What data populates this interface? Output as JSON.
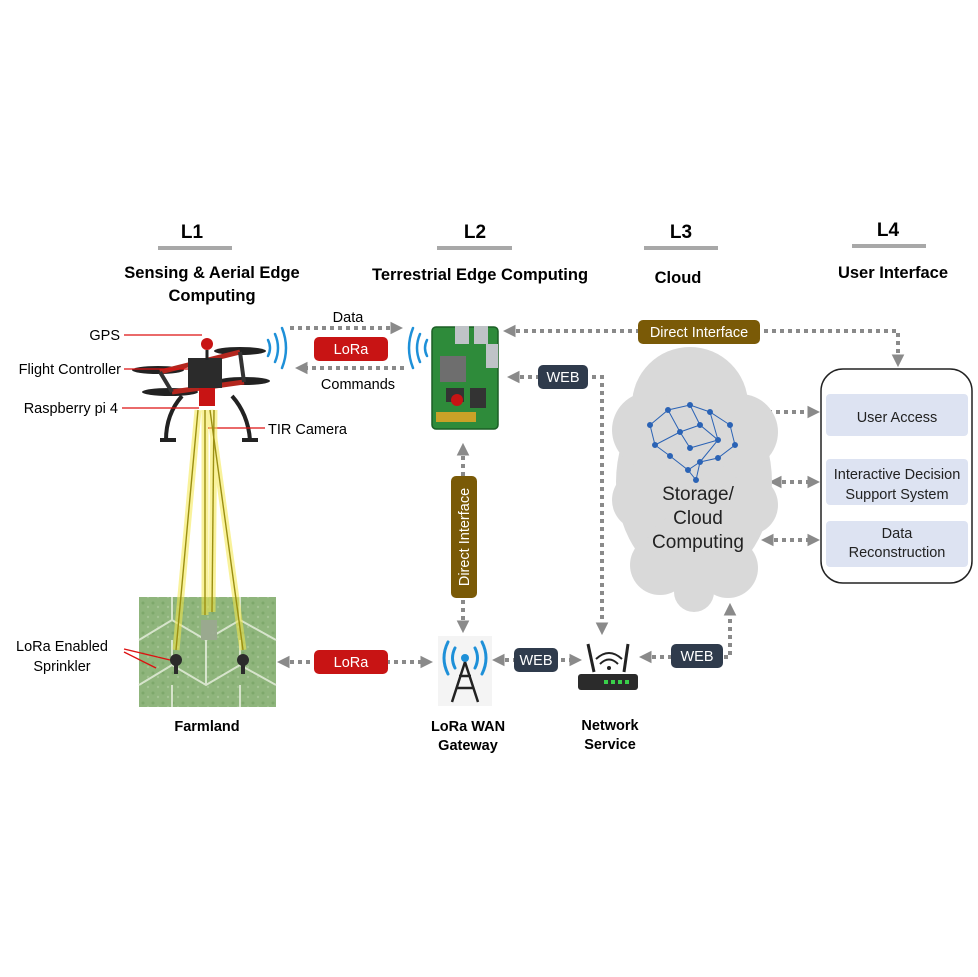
{
  "layers": [
    {
      "id": "L1",
      "subtitle_lines": [
        "Sensing & Aerial Edge",
        "Computing"
      ]
    },
    {
      "id": "L2",
      "subtitle_lines": [
        "Terrestrial Edge Computing"
      ]
    },
    {
      "id": "L3",
      "subtitle_lines": [
        "Cloud"
      ]
    },
    {
      "id": "L4",
      "subtitle_lines": [
        "User Interface"
      ]
    }
  ],
  "drone_callouts": {
    "gps": "GPS",
    "flight_controller": "Flight Controller",
    "raspberry_pi": "Raspberry pi 4",
    "tir_camera": "TIR Camera"
  },
  "links": {
    "data": "Data",
    "commands": "Commands",
    "lora_top": "LoRa",
    "lora_bottom": "LoRa",
    "web_rpi": "WEB",
    "web_gateway": "WEB",
    "web_cloud": "WEB",
    "direct_interface_top": "Direct Interface",
    "direct_interface_vertical": "Direct Interface"
  },
  "farm": {
    "sprinkler_label_lines": [
      "LoRa Enabled",
      "Sprinkler"
    ],
    "name": "Farmland"
  },
  "gateway": {
    "label_lines": [
      "LoRa WAN",
      "Gateway"
    ]
  },
  "network": {
    "label_lines": [
      "Network",
      "Service"
    ]
  },
  "cloud": {
    "label_lines": [
      "Storage/",
      "Cloud",
      "Computing"
    ]
  },
  "user_interface": {
    "items": [
      {
        "lines": [
          "User Access"
        ]
      },
      {
        "lines": [
          "Interactive Decision",
          "Support System"
        ]
      },
      {
        "lines": [
          "Data",
          "Reconstruction"
        ]
      }
    ]
  },
  "colors": {
    "lora_badge": "#c81414",
    "web_badge": "#2f3b4c",
    "direct_badge": "#7a5a07",
    "arrow": "#8a8a8a",
    "signal": "#1e90d8",
    "cloud": "#d9d9d9",
    "panel": "#dde3f2"
  },
  "icons": {
    "drone": "quadcopter-drone-icon",
    "raspberry_pi": "raspberry-pi-board-icon",
    "gateway": "radio-tower-icon",
    "network": "wifi-router-icon",
    "brain": "neural-network-brain-icon"
  }
}
